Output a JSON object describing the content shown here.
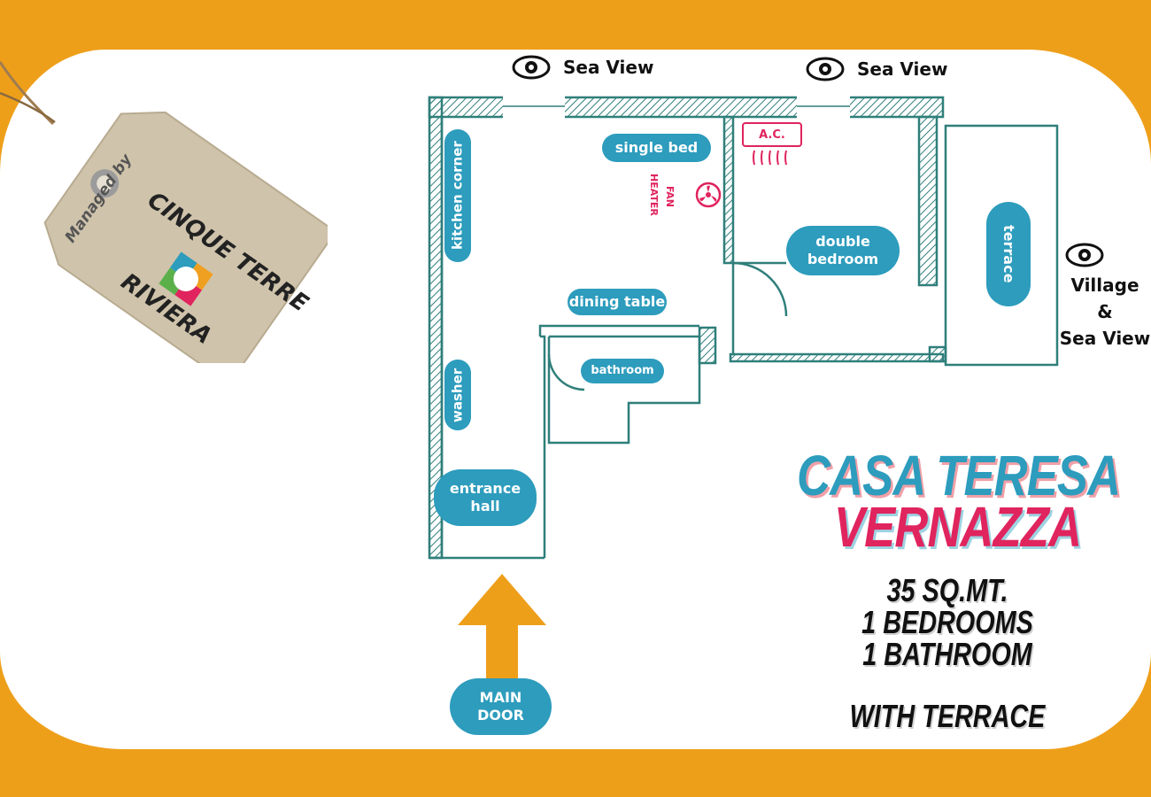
{
  "tag": {
    "managed_by": "Managed by",
    "brand_line1": "CINQUE TERRE",
    "brand_line2": "RIVIERA"
  },
  "views": {
    "top_left": "Sea View",
    "top_right": "Sea View",
    "side_line1": "Village",
    "side_line2": "&",
    "side_line3": "Sea View"
  },
  "rooms": {
    "kitchen": "kitchen corner",
    "single_bed": "single bed",
    "fan_heater_line1": "FAN",
    "fan_heater_line2": "HEATER",
    "ac": "A.C.",
    "double_bedroom_line1": "double",
    "double_bedroom_line2": "bedroom",
    "terrace": "terrace",
    "dining_table": "dining table",
    "bathroom": "bathroom",
    "washer": "washer",
    "entrance_line1": "entrance",
    "entrance_line2": "hall"
  },
  "main_door": {
    "line1": "MAIN",
    "line2": "DOOR"
  },
  "info": {
    "title_line1": "CASA TERESA",
    "title_line2": "VERNAZZA",
    "area": "35 SQ.MT.",
    "bedrooms": "1 BEDROOMS",
    "bathrooms": "1 BATHROOM",
    "extra": "WITH TERRACE"
  },
  "colors": {
    "background": "#ee9f1a",
    "room_label": "#2d9cbd",
    "walls": "#2f7f7a",
    "accent_pink": "#e0245e",
    "arrow": "#ee9f1a"
  }
}
